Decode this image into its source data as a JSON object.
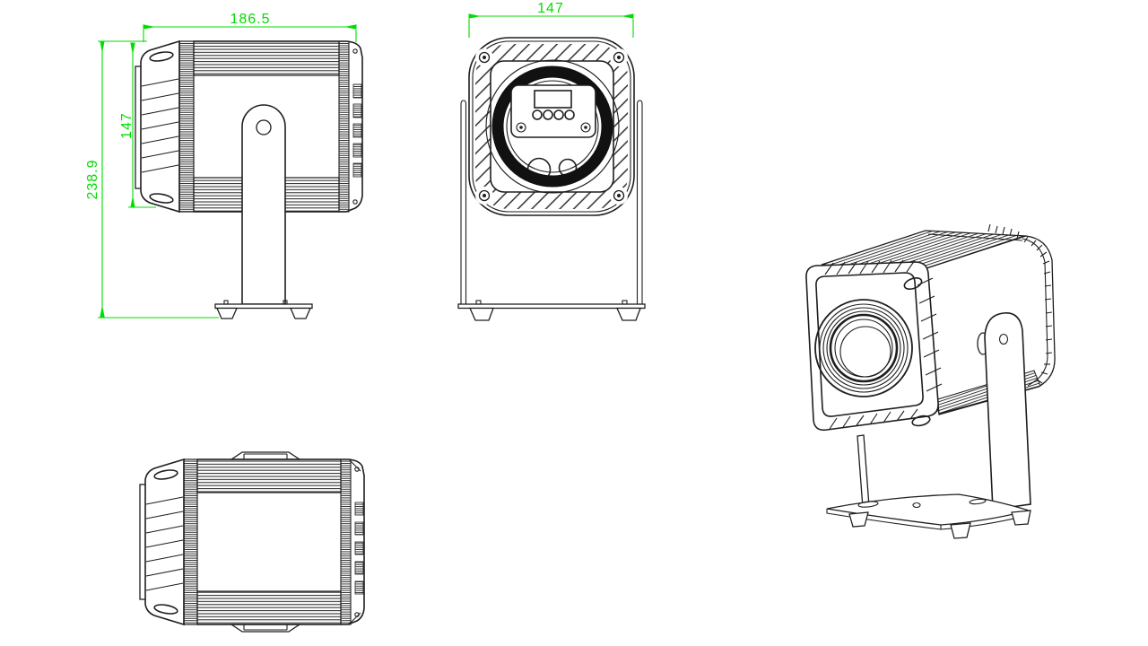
{
  "drawing": {
    "type": "technical-orthographic-drawing",
    "subject": "compact projector / par light fixture with U-bracket stand",
    "colors": {
      "background": "#ffffff",
      "line": "#1e1e1e",
      "dimension": "#00dd00"
    },
    "dimensions": {
      "side_width": "186.5",
      "side_body_height": "147",
      "side_total_height": "238.9",
      "front_width": "147"
    }
  }
}
